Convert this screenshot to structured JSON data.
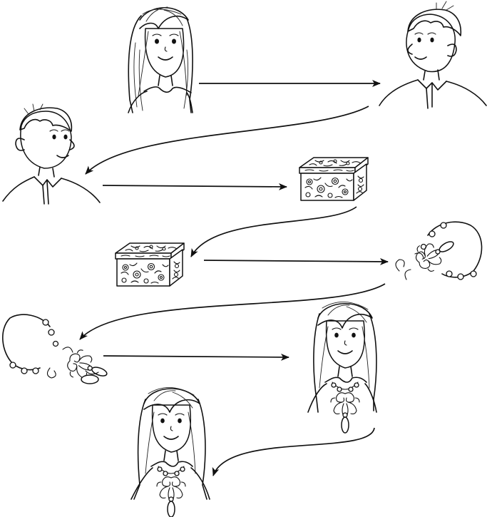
{
  "diagram": {
    "nodes": [
      {
        "id": "girl-top",
        "kind": "girl"
      },
      {
        "id": "boy-top-right",
        "kind": "boy"
      },
      {
        "id": "boy-left",
        "kind": "boy"
      },
      {
        "id": "box-1",
        "kind": "gift-box"
      },
      {
        "id": "box-2",
        "kind": "gift-box"
      },
      {
        "id": "necklace-1",
        "kind": "necklace"
      },
      {
        "id": "necklace-2",
        "kind": "necklace"
      },
      {
        "id": "girl-necklace-right",
        "kind": "girl-with-necklace"
      },
      {
        "id": "girl-necklace-bottom",
        "kind": "girl-with-necklace"
      }
    ],
    "edges": [
      {
        "from": "girl-top",
        "to": "boy-top-right",
        "style": "straight"
      },
      {
        "from": "boy-top-right",
        "to": "boy-left",
        "style": "curved"
      },
      {
        "from": "boy-left",
        "to": "box-1",
        "style": "straight"
      },
      {
        "from": "box-1",
        "to": "box-2",
        "style": "curved"
      },
      {
        "from": "box-2",
        "to": "necklace-1",
        "style": "straight"
      },
      {
        "from": "necklace-1",
        "to": "necklace-2",
        "style": "curved"
      },
      {
        "from": "necklace-2",
        "to": "girl-necklace-right",
        "style": "straight"
      },
      {
        "from": "girl-necklace-right",
        "to": "girl-necklace-bottom",
        "style": "curved"
      }
    ]
  }
}
